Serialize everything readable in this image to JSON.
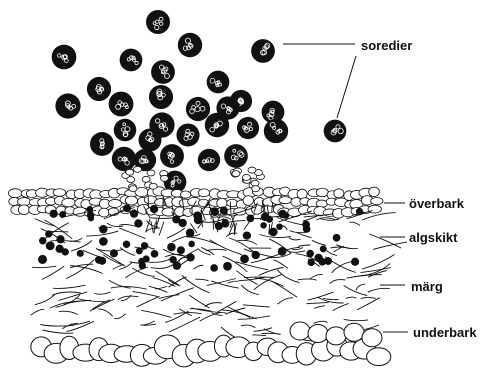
{
  "diagram": {
    "labels": {
      "soredier": "soredier",
      "overbark": "överbark",
      "algskikt": "algskikt",
      "marg": "märg",
      "underbark": "underbark"
    },
    "colors": {
      "ink": "#111111",
      "background": "#ffffff"
    }
  }
}
